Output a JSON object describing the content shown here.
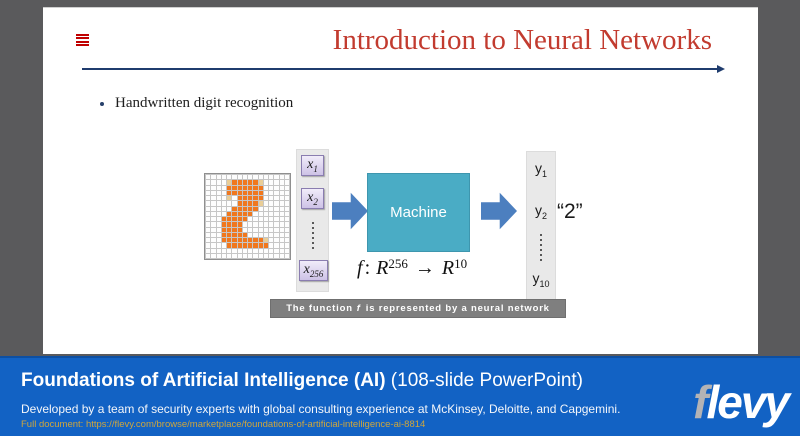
{
  "slide": {
    "title": "Introduction to Neural Networks",
    "bullet": "Handwritten digit recognition",
    "machine_label": "Machine",
    "inputs": {
      "items": [
        {
          "base": "x",
          "sub": "1"
        },
        {
          "base": "x",
          "sub": "2"
        },
        {
          "base": "x",
          "sub": "256"
        }
      ]
    },
    "outputs": {
      "items": [
        {
          "base": "y",
          "sub": "1"
        },
        {
          "base": "y",
          "sub": "2"
        },
        {
          "base": "y",
          "sub": "10"
        }
      ]
    },
    "formula": {
      "f": "f",
      "colon": ":",
      "set1": "R",
      "exp1": "256",
      "arrow": "→",
      "set2": "R",
      "exp2": "10"
    },
    "result": "“2”",
    "caption": {
      "pre": "The function",
      "f": "f",
      "post": "is represented by a neural network"
    },
    "digit_image": {
      "rows": 16,
      "cols": 16,
      "pattern": [
        "................",
        "....tooooot.....",
        "....ooooooo.....",
        "....ooooooo.....",
        "....t.ooooo.....",
        "......oooot.....",
        ".....ooooo......",
        "....ooooo.......",
        "...ooooo........",
        "...oooo.........",
        "...oooo.........",
        "...ooooo........",
        "...oooooooot....",
        "....oooooooo....",
        "................",
        "................"
      ]
    }
  },
  "footer": {
    "title_bold": "Foundations of Artificial Intelligence (AI)",
    "title_rest": " (108-slide PowerPoint)",
    "description": "Developed by a team of security experts with global consulting experience at McKinsey, Deloitte, and Capgemini.",
    "full_document": "Full document: https://flevy.com/browse/marketplace/foundations-of-artificial-intelligence-ai-8814",
    "logo": {
      "f": "f",
      "rest": "levy"
    }
  },
  "colors": {
    "surround_gray": "#5A5A5C",
    "title_red": "#C23B2F",
    "menu_icon_red": "#C00000",
    "divider_navy": "#1F3C6E",
    "arrow_blue": "#4C7FBF",
    "machine_teal": "#4AACC5",
    "digit_orange": "#F0781E",
    "digit_tan": "#E9CD96",
    "caption_gray": "#7F7F7F",
    "footer_blue": "#1262C4",
    "footer_link_gold": "#CFA63C",
    "logo_f_gray": "#B3B3B5"
  }
}
